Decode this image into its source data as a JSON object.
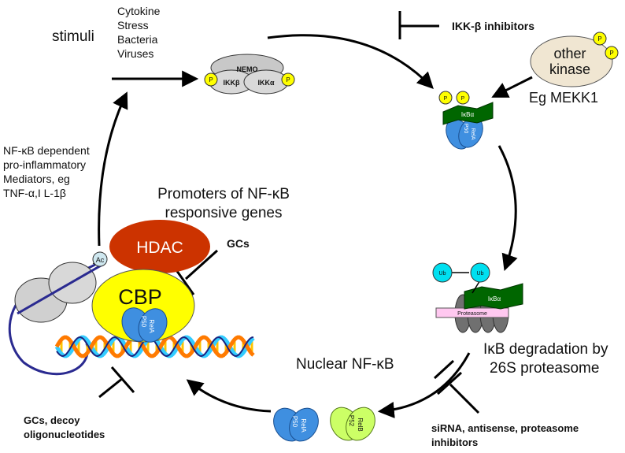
{
  "stimuli": {
    "title": "stimuli",
    "items": [
      "Cytokine",
      "Stress",
      "Bacteria",
      "Viruses"
    ]
  },
  "ikk_complex": {
    "nemo": "NEMO",
    "ikk_beta": "IKKβ",
    "ikk_alpha": "IKKα",
    "phospho": "P"
  },
  "ikk_beta_inhibitors": "IKK-β inhibitors",
  "other_kinase": {
    "line1": "other",
    "line2": "kinase",
    "example": "Eg MEKK1"
  },
  "ikba_complex": {
    "ikba": "IκBα",
    "p50": "P50",
    "rela": "RelA"
  },
  "degradation": {
    "ub": "Ub",
    "ikba": "IκBα",
    "proteasome": "Proteasome",
    "line1": "IκB degradation by",
    "line2": "26S proteasome"
  },
  "sirna_inhibitors": {
    "line1": "siRNA, antisense, proteasome",
    "line2": "inhibitors"
  },
  "nuclear": {
    "label": "Nuclear NF-κB",
    "p50": "P50",
    "rela": "RelA",
    "p52": "P52",
    "relb": "RelB"
  },
  "decoy": {
    "line1": "GCs, decoy",
    "line2": "oligonucleotides"
  },
  "promoters": {
    "line1": "Promoters of NF-κB",
    "line2": "responsive genes"
  },
  "chromatin": {
    "hdac": "HDAC",
    "cbp": "CBP",
    "ac": "Ac",
    "gcs": "GCs",
    "p50": "P50",
    "rela": "RelA"
  },
  "mediators": {
    "lines": [
      "NF-κB dependent",
      "pro-inflammatory",
      "Mediators, eg",
      "TNF-α,I L-1β"
    ]
  },
  "colors": {
    "hdac": "#cc3300",
    "cbp": "#ffff00",
    "nfkb_blue": "#3f8fe0",
    "relb_green": "#ccff66",
    "ikba_green": "#006600",
    "phospho_yellow": "#ffff00",
    "ub_cyan": "#00e0f0",
    "proteasome_pink": "#ffc8f0",
    "kinase_tan": "#f0e6d2",
    "helix_blue": "#33ccff",
    "helix_orange": "#ff7a00",
    "helix_navy": "#1a237e",
    "helix_gold": "#ffc400"
  }
}
